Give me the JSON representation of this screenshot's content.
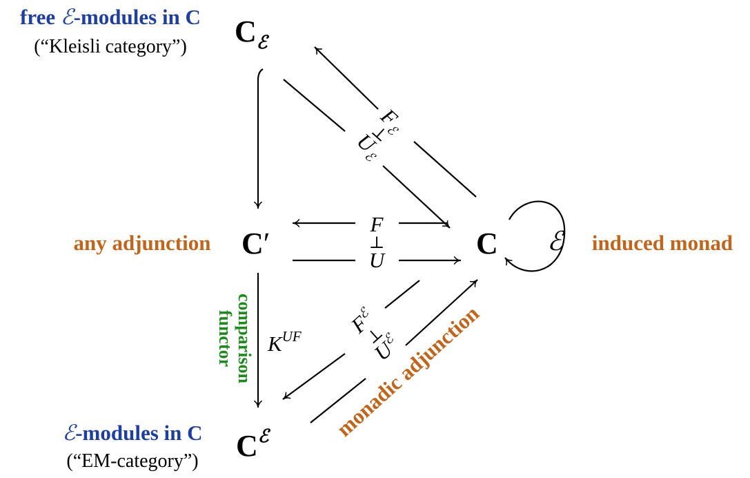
{
  "nodes": {
    "kleisli": {
      "base": "C",
      "sub": "ℰ"
    },
    "cprime": {
      "base": "C",
      "prime": "′"
    },
    "c": {
      "base": "C"
    },
    "em": {
      "base": "C",
      "sup": "ℰ"
    }
  },
  "labels": {
    "kleisli_line1_pre": "free ",
    "kleisli_line1_script": "ℰ",
    "kleisli_line1_post": "-modules in C",
    "kleisli_line2": "(“Kleisli category”)",
    "em_line1_script": "ℰ",
    "em_line1_post": "-modules in C",
    "em_line2": "(“EM-category”)",
    "any_adjunction": "any adjunction",
    "induced_monad": "induced monad",
    "monad_symbol": "ℰ",
    "comparison_line1": "comparison",
    "comparison_line2": "functor",
    "monadic_adjunction": "monadic adjunction"
  },
  "arrows": {
    "f_kleisli": {
      "base": "F",
      "sub": "ℰ"
    },
    "u_kleisli": {
      "base": "U",
      "sub": "ℰ"
    },
    "f": "F",
    "u": "U",
    "perp": "⊥",
    "k": {
      "base": "K",
      "sup": "UF"
    },
    "f_em": {
      "base": "F",
      "sup": "ℰ"
    },
    "u_em": {
      "base": "U",
      "sup": "ℰ"
    }
  },
  "colors": {
    "blue": "#1f3fa0",
    "orange": "#c0651b",
    "green": "#1e8a1e"
  }
}
